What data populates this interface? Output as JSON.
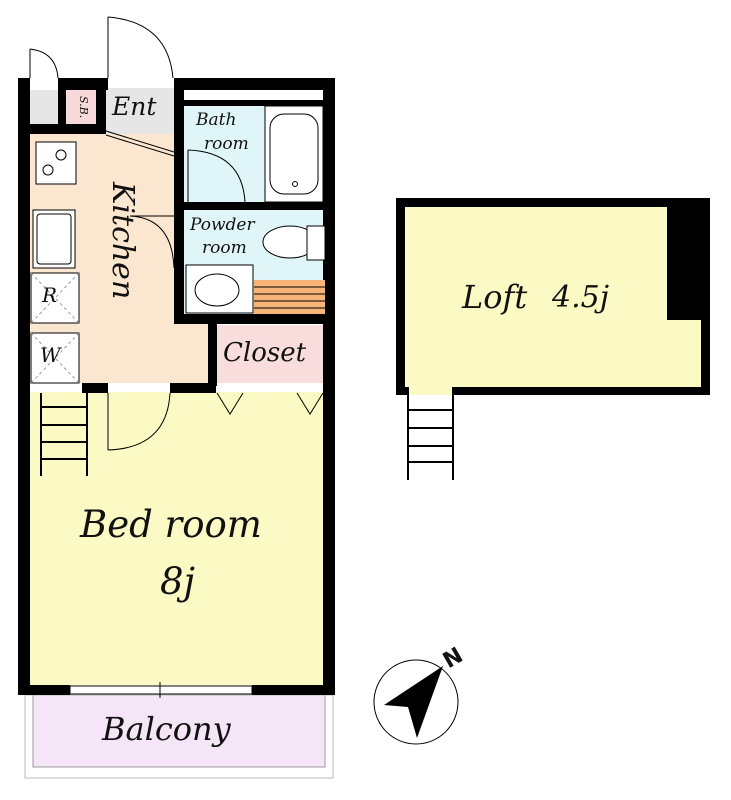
{
  "plan": {
    "rooms": {
      "entrance": {
        "label": "Ent",
        "color": "#e6e6e6"
      },
      "shoe_box": {
        "label": "S.B.",
        "color": "#f7d9d9"
      },
      "bathroom": {
        "label_line1": "Bath",
        "label_line2": "room",
        "color": "#dff5f7"
      },
      "powder_room": {
        "label_line1": "Powder",
        "label_line2": "room",
        "color": "#dff5f7"
      },
      "kitchen": {
        "label": "Kitchen",
        "color": "#fbe6cf"
      },
      "closet": {
        "label": "Closet",
        "color": "#f9dcdc"
      },
      "bedroom": {
        "label": "Bed room",
        "size": "8j",
        "color": "#fbf9c4"
      },
      "balcony": {
        "label": "Balcony",
        "color": "#f5e6f7"
      },
      "loft": {
        "label": "Loft",
        "size": "4.5j",
        "color": "#fbf9c4"
      }
    },
    "fixtures": {
      "refrigerator": "R",
      "washer": "W"
    },
    "compass": {
      "label": "N",
      "icon": "north-arrow-icon"
    },
    "colors": {
      "wall": "#000000",
      "shelf": "#f7b57a"
    }
  }
}
